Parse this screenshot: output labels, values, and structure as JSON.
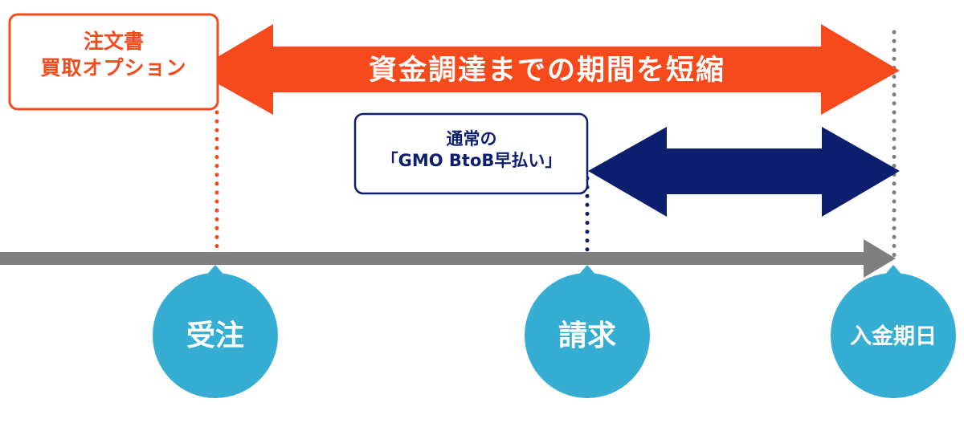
{
  "colors": {
    "orange": "#F74A1C",
    "navy": "#0B1F6E",
    "blue": "#36AED4",
    "gray": "#7F7F7F"
  },
  "option_box": {
    "line1": "注文書",
    "line2": "買取オプション"
  },
  "orange_arrow": {
    "label": "資金調達までの期間を短縮"
  },
  "normal_box": {
    "line1": "通常の",
    "line2": "「GMO BtoB早払い」"
  },
  "milestones": [
    {
      "label": "受注"
    },
    {
      "label": "請求"
    },
    {
      "label": "入金期日"
    }
  ]
}
